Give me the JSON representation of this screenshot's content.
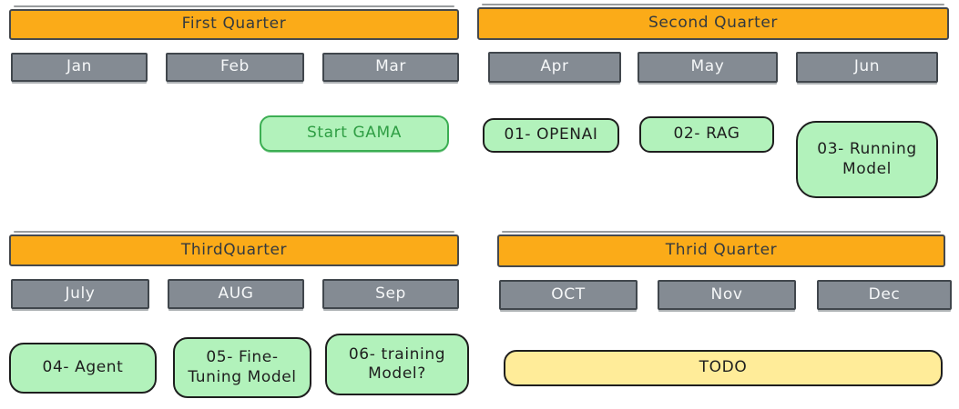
{
  "diagram": {
    "type": "roadmap-timeline",
    "quarters": [
      {
        "label": "First Quarter",
        "months": [
          "Jan",
          "Feb",
          "Mar"
        ]
      },
      {
        "label": "Second Quarter",
        "months": [
          "Apr",
          "May",
          "Jun"
        ]
      },
      {
        "label": "ThirdQuarter",
        "months": [
          "July",
          "AUG",
          "Sep"
        ]
      },
      {
        "label": "Thrid Quarter",
        "months": [
          "OCT",
          "Nov",
          "Dec"
        ]
      }
    ],
    "tasks": [
      {
        "id": "start-gama",
        "label": "Start GAMA"
      },
      {
        "id": "task-01",
        "label": "01- OPENAI"
      },
      {
        "id": "task-02",
        "label": "02- RAG"
      },
      {
        "id": "task-03",
        "label": "03- Running Model"
      },
      {
        "id": "task-04",
        "label": "04- Agent"
      },
      {
        "id": "task-05",
        "label": "05- Fine-Tuning Model"
      },
      {
        "id": "task-06",
        "label": "06- training Model?"
      },
      {
        "id": "todo",
        "label": "TODO"
      }
    ],
    "colors": {
      "quarter_fill": "#fbab18",
      "quarter_border": "#46494d",
      "quarter_text": "#33393f",
      "month_fill": "#848b93",
      "month_border": "#41474d",
      "month_text": "#f5f7f8",
      "task_fill": "#b2f2bb",
      "task_border": "#1e1e1e",
      "task_text": "#1e1e1e",
      "start_gama_border": "#3cae53",
      "start_gama_text": "#2f9e44",
      "todo_fill": "#ffec99"
    }
  }
}
